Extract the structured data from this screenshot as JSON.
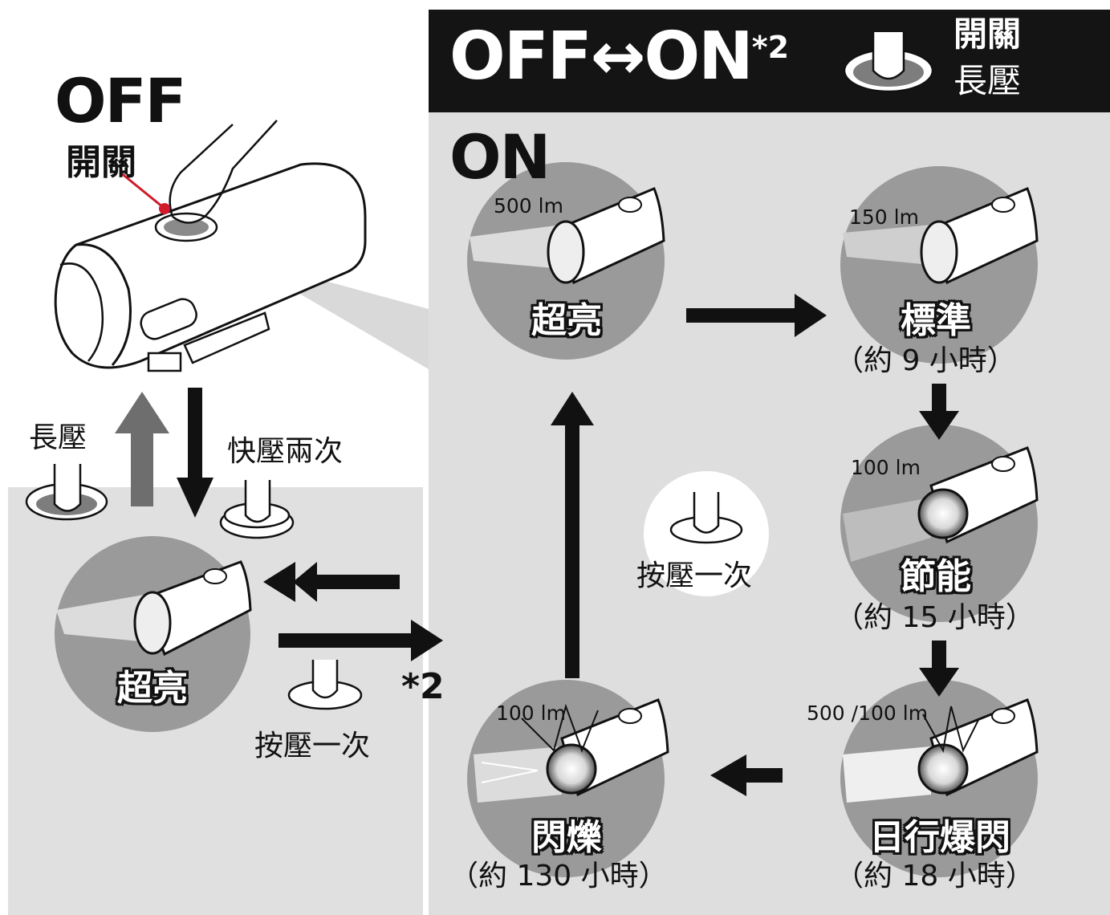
{
  "header": {
    "title": "OFF↔ON",
    "title_sup": "*2",
    "button_label_1": "開關",
    "button_label_2": "長壓"
  },
  "left": {
    "off_title": "OFF",
    "switch_label": "開關",
    "long_press": "長壓",
    "double_press": "快壓兩次",
    "mode_label": "超亮",
    "press_once": "按壓一次",
    "star_note": "*2"
  },
  "right": {
    "on_title": "ON",
    "center_press_once": "按壓一次",
    "modes": [
      {
        "name": "超亮",
        "lumen": "500 lm",
        "hours": ""
      },
      {
        "name": "標準",
        "lumen": "150 lm",
        "hours": "（約 9 小時）"
      },
      {
        "name": "節能",
        "lumen": "100 lm",
        "hours": "（約 15 小時）"
      },
      {
        "name": "日行爆閃",
        "lumen": "500 /100 lm",
        "hours": "（約 18 小時）"
      },
      {
        "name": "閃爍",
        "lumen": "100 lm",
        "hours": "（約 130 小時）"
      }
    ]
  },
  "colors": {
    "header_bg": "#141414",
    "panel_gray": "#dedede",
    "circle_gray": "#9a9a9a",
    "pointer_red": "#d11a2a",
    "up_arrow": "#6e6e6e"
  }
}
